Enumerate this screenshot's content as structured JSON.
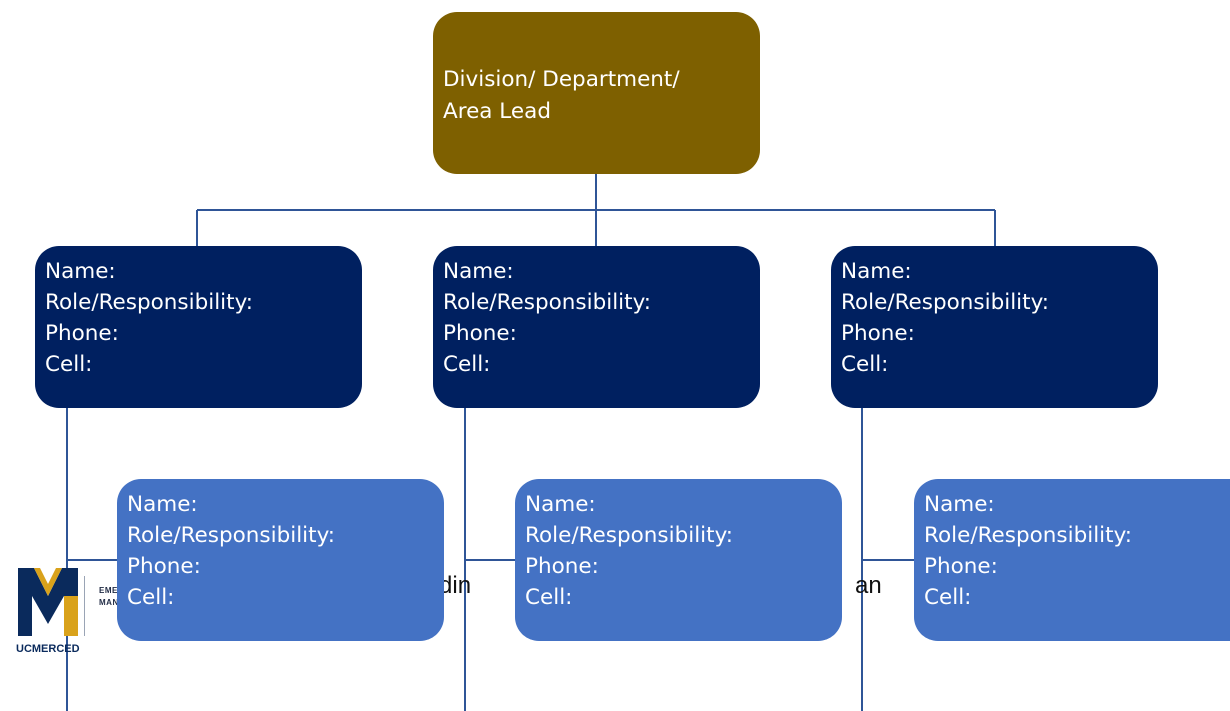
{
  "lead": {
    "lines": [
      "Division/ Department/",
      "Area Lead"
    ],
    "color": "#7e6000"
  },
  "staff_fields": [
    "Name:",
    "Role/Responsibility:",
    "Phone:",
    "Cell:"
  ],
  "tier2_color": "#002060",
  "tier3_color": "#4472c4",
  "connector_color": "#2f5597",
  "background_text": {
    "left_fragment": "uildin",
    "right_fragment": "an"
  },
  "logo": {
    "wordmark": "UCMERCED",
    "sub_line1": "EMER",
    "sub_line2": "MAN"
  }
}
